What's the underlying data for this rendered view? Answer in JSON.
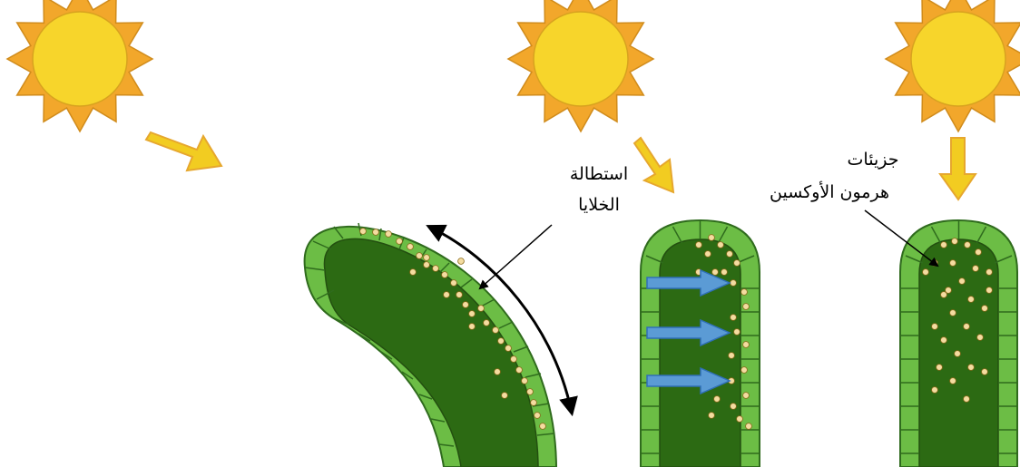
{
  "labels": {
    "cell_elongation_line1": "استطالة",
    "cell_elongation_line2": "الخلايا",
    "auxin_line1": "جزيئات",
    "auxin_line2": "هرمون الأوكسين"
  },
  "icons": {
    "sun": "sun-icon",
    "light_arrow": "light-direction-arrow-icon",
    "auxin_flow_arrow": "auxin-flow-arrow-icon",
    "growth_arrow": "curved-double-arrow-icon"
  },
  "colors": {
    "sun_fill": "#f7d52b",
    "sun_rays": "#f2a72b",
    "light_arrow": "#f2cc21",
    "outer_cells": "#6cbd45",
    "inner_tissue": "#2c6a13",
    "auxin_dot": "#f4dca0",
    "auxin_flow": "#5b9bd5"
  }
}
